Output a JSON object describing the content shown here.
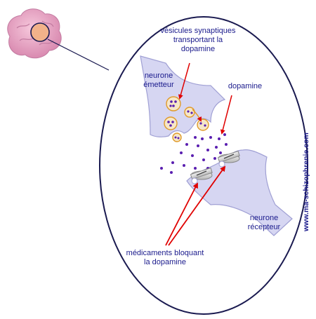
{
  "labels": {
    "vesicules_l1": "vésicules synaptiques",
    "vesicules_l2": "transportant la",
    "vesicules_l3": "dopamine",
    "emetteur_l1": "neurone",
    "emetteur_l2": "émetteur",
    "dopamine": "dopamine",
    "recepteur_l1": "neurone",
    "recepteur_l2": "récepteur",
    "medicaments_l1": "médicaments bloquant",
    "medicaments_l2": "la dopamine"
  },
  "website": "www.ma-schizophrenie.com",
  "colors": {
    "text": "#1a1a8c",
    "neuron_fill": "#d6d6f2",
    "neuron_stroke": "#a0a0d4",
    "dopamine": "#5a1fb0",
    "vesicle": "#f0d8a8",
    "vesicle_stroke": "#e09a2a",
    "arrow_red": "#e00000",
    "ellipse": "#1a1a50",
    "brain": "#e9a3c4"
  }
}
